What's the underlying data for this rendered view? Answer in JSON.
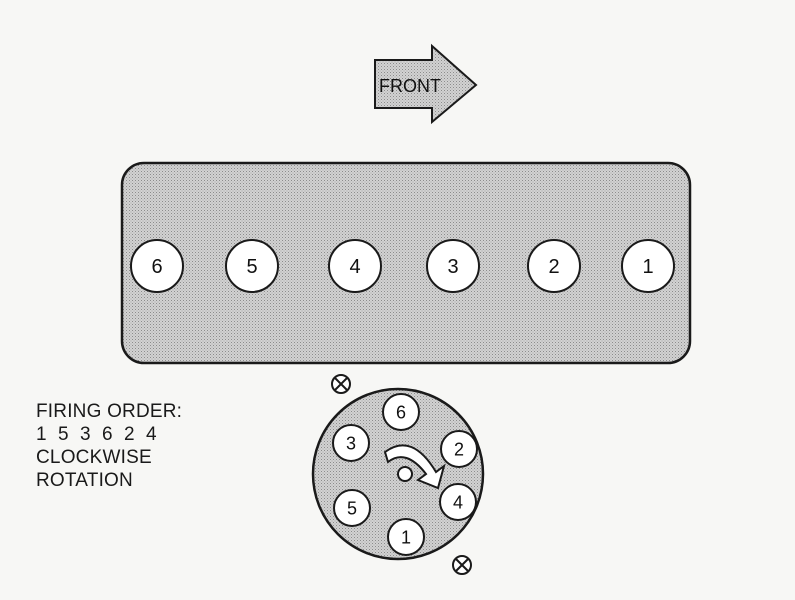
{
  "front_label": "FRONT",
  "engine": {
    "cylinders": [
      "6",
      "5",
      "4",
      "3",
      "2",
      "1"
    ]
  },
  "firing_info": {
    "line1": "FIRING ORDER:",
    "order": [
      "1",
      "5",
      "3",
      "6",
      "2",
      "4"
    ],
    "line3": "CLOCKWISE",
    "line4": "ROTATION"
  },
  "distributor": {
    "terminals": [
      "6",
      "2",
      "4",
      "1",
      "5",
      "3"
    ]
  },
  "colors": {
    "ink": "#1a1a1a",
    "fill": "#c9c9c9",
    "background": "#f7f7f5",
    "circle_fill": "#ffffff"
  }
}
